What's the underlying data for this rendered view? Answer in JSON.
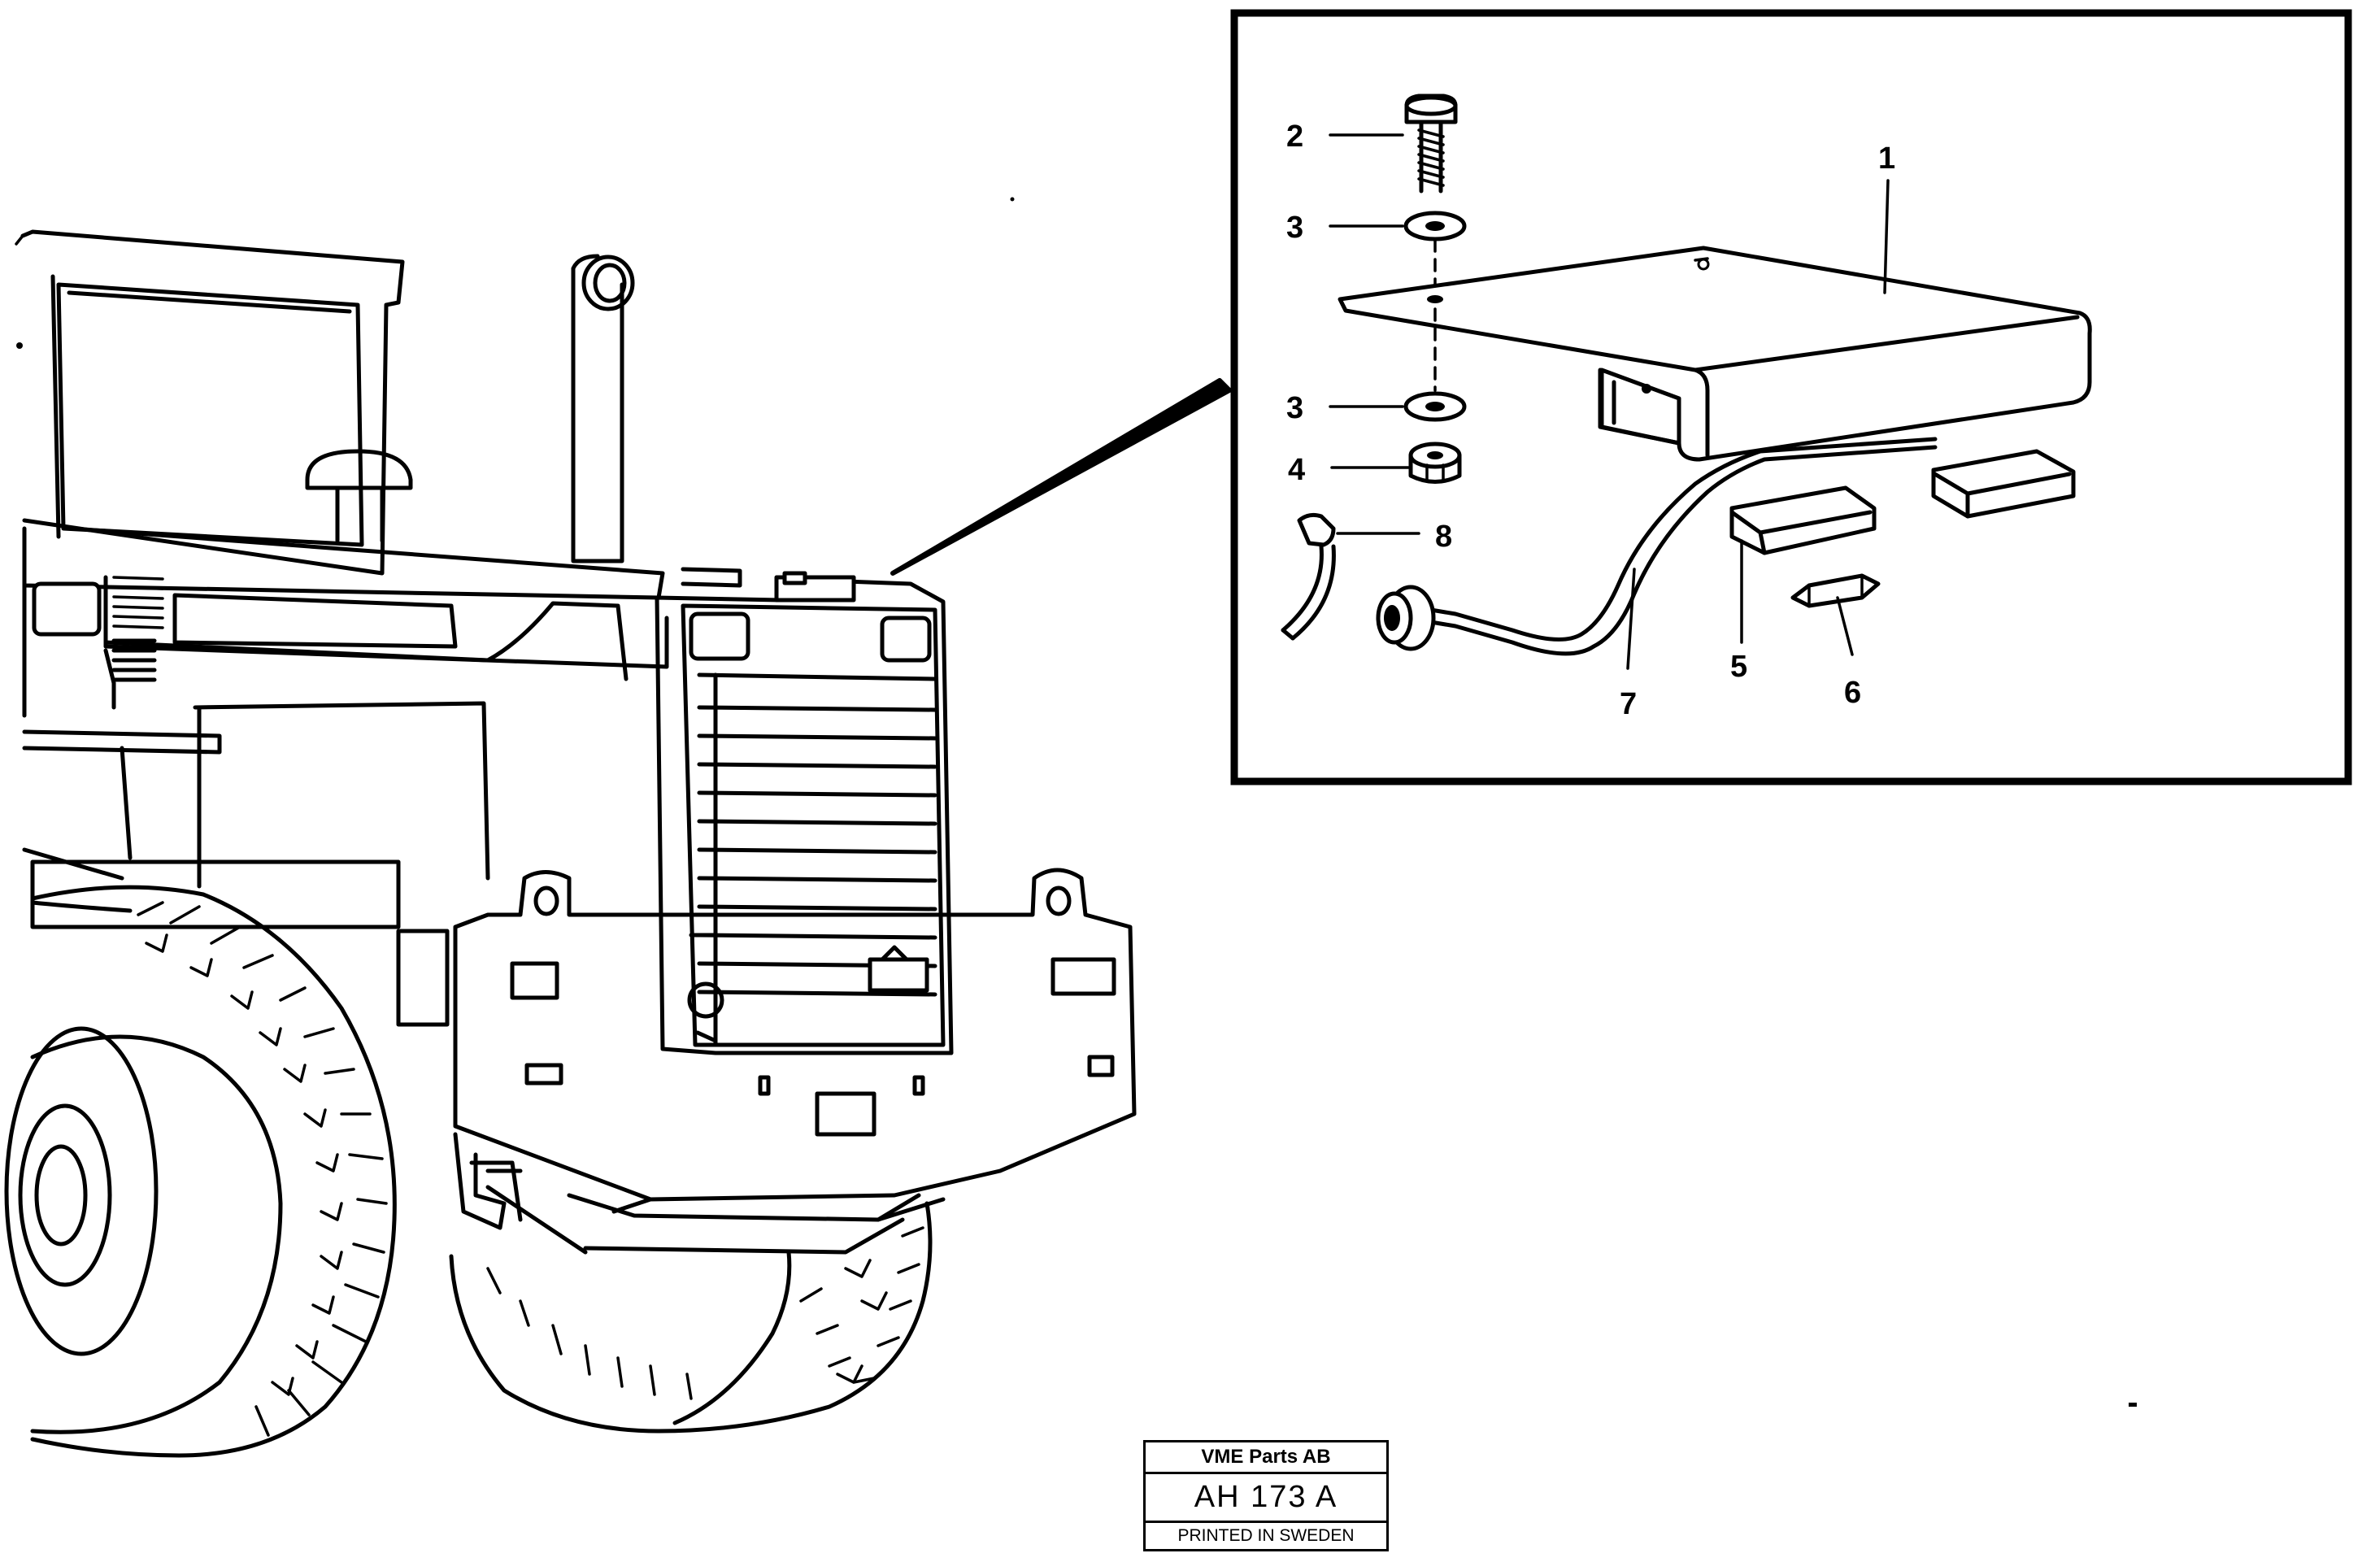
{
  "callouts": {
    "c1": "1",
    "c2": "2",
    "c3a": "3",
    "c3b": "3",
    "c4": "4",
    "c5": "5",
    "c6": "6",
    "c7": "7",
    "c8": "8"
  },
  "title_block": {
    "company": "VME Parts AB",
    "drawing_code": "AH 173 A",
    "printed": "PRINTED IN SWEDEN"
  },
  "colors": {
    "line": "#000000",
    "background": "#ffffff"
  }
}
